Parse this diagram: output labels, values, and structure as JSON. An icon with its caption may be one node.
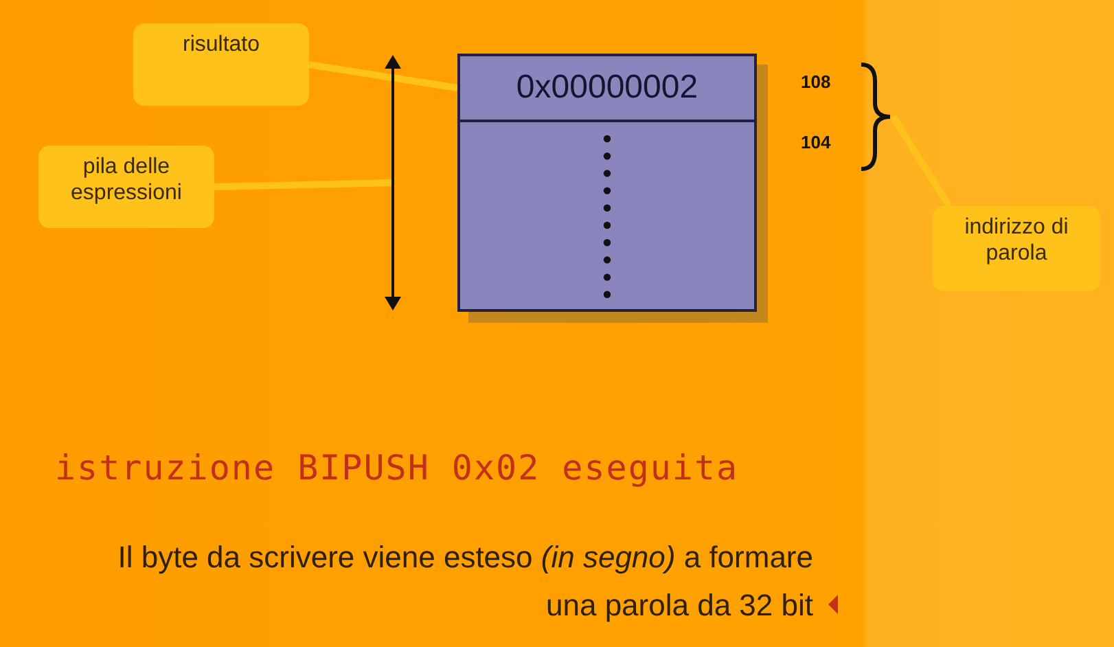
{
  "diagram": {
    "title": "istruzione BIPUSH 0x02 eseguita",
    "caption": "Il byte da scrivere viene esteso *(in segno)* a formare una parola da 32 bit",
    "nodes": [
      {
        "text": [
          "risultato"
        ]
      },
      {
        "text": [
          "pila delle espressioni"
        ]
      },
      {
        "text": [],
        "shape": "arrow"
      },
      {
        "text": [
          "0x00000002"
        ]
      },
      {
        "text": [],
        "shape": "box"
      },
      {
        "text": [],
        "shape": "brace"
      },
      {
        "text": [
          "indirizzo di parola"
        ]
      }
    ],
    "edges": [
      {
        "from": 0,
        "to": 3,
        "arrow": "none"
      },
      {
        "from": 1,
        "to": 2,
        "arrow": "none"
      },
      {
        "from": 6,
        "to": 5,
        "arrow": "none"
      }
    ],
    "labels": [
      "108",
      "104"
    ]
  }
}
